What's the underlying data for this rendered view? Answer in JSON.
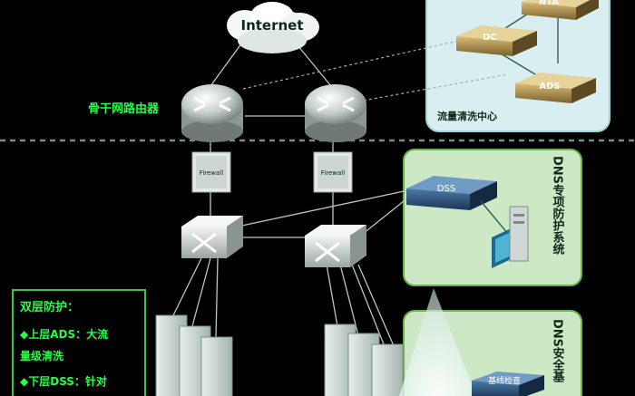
{
  "internet": {
    "label": "Internet"
  },
  "backbone": {
    "label": "骨干网路由器"
  },
  "firewall": {
    "label": "Firewall"
  },
  "cleaning_center": {
    "title": "流量清洗中心",
    "devices": {
      "nta": "NTA",
      "dc": "DC",
      "ads": "ADS"
    }
  },
  "dns_protection": {
    "title": "DNS专项防护系统",
    "device": "DSS"
  },
  "dns_security": {
    "title": "DNS安全基",
    "device": "基线检查"
  },
  "legend": {
    "title": "双层防护：",
    "line1": "◆上层ADS：大流",
    "line2": "量级清洗",
    "line3": "◆下层DSS：针对"
  },
  "colors": {
    "panel_fill": "#cce8c4",
    "panel_stroke": "#6ab34a",
    "cleaning_panel": "#d9eef0",
    "legend_text": "#22ff44",
    "link_line": "#b9c9c0",
    "dashed_divider": "#7d8a86"
  },
  "icons": [
    "cloud-icon",
    "router-icon",
    "firewall-icon",
    "switch-icon",
    "server-rack-icon",
    "appliance-icon",
    "workstation-icon"
  ]
}
